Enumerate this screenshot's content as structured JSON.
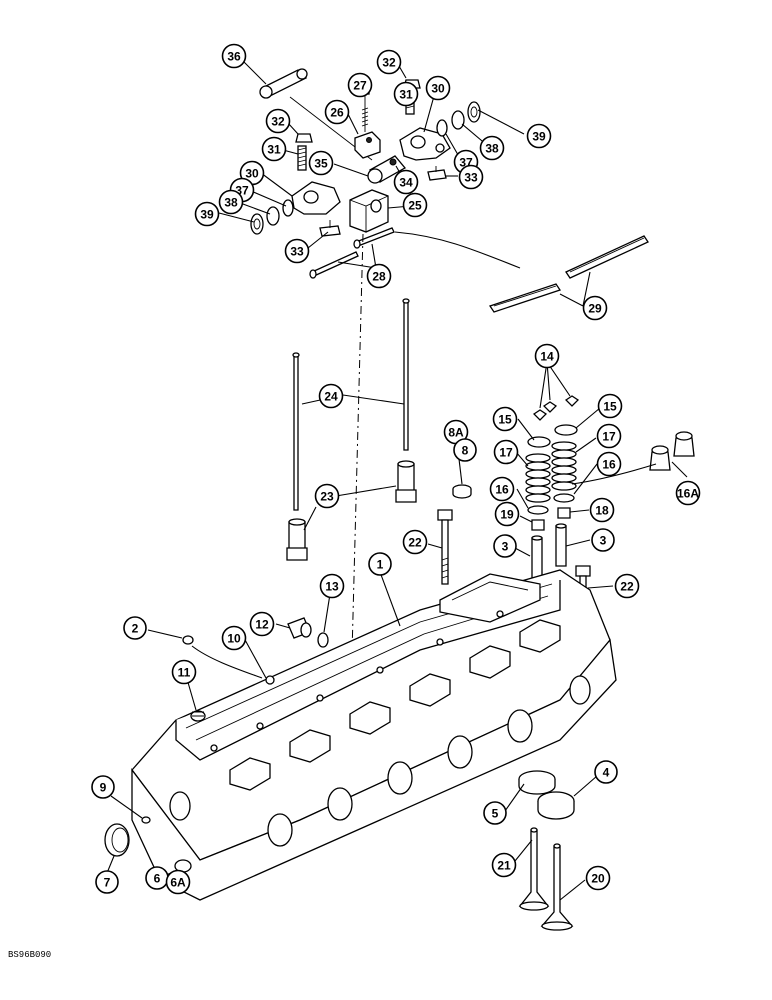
{
  "diagram": {
    "reference_code": "BS96B090",
    "callouts": [
      {
        "id": "36",
        "label": "36"
      },
      {
        "id": "27",
        "label": "27"
      },
      {
        "id": "32a",
        "label": "32"
      },
      {
        "id": "31a",
        "label": "31"
      },
      {
        "id": "30a",
        "label": "30"
      },
      {
        "id": "26",
        "label": "26"
      },
      {
        "id": "39a",
        "label": "39"
      },
      {
        "id": "38a",
        "label": "38"
      },
      {
        "id": "37a",
        "label": "37"
      },
      {
        "id": "32b",
        "label": "32"
      },
      {
        "id": "31b",
        "label": "31"
      },
      {
        "id": "35",
        "label": "35"
      },
      {
        "id": "34",
        "label": "34"
      },
      {
        "id": "33a",
        "label": "33"
      },
      {
        "id": "30b",
        "label": "30"
      },
      {
        "id": "37b",
        "label": "37"
      },
      {
        "id": "38b",
        "label": "38"
      },
      {
        "id": "39b",
        "label": "39"
      },
      {
        "id": "25",
        "label": "25"
      },
      {
        "id": "33b",
        "label": "33"
      },
      {
        "id": "28",
        "label": "28"
      },
      {
        "id": "29",
        "label": "29"
      },
      {
        "id": "14",
        "label": "14"
      },
      {
        "id": "15a",
        "label": "15"
      },
      {
        "id": "15b",
        "label": "15"
      },
      {
        "id": "24",
        "label": "24"
      },
      {
        "id": "8A",
        "label": "8A"
      },
      {
        "id": "8",
        "label": "8"
      },
      {
        "id": "17a",
        "label": "17"
      },
      {
        "id": "17b",
        "label": "17"
      },
      {
        "id": "16a",
        "label": "16"
      },
      {
        "id": "16b",
        "label": "16"
      },
      {
        "id": "16A",
        "label": "16A"
      },
      {
        "id": "23",
        "label": "23"
      },
      {
        "id": "19",
        "label": "19"
      },
      {
        "id": "18",
        "label": "18"
      },
      {
        "id": "22a",
        "label": "22"
      },
      {
        "id": "3a",
        "label": "3"
      },
      {
        "id": "3b",
        "label": "3"
      },
      {
        "id": "1",
        "label": "1"
      },
      {
        "id": "22b",
        "label": "22"
      },
      {
        "id": "13",
        "label": "13"
      },
      {
        "id": "12",
        "label": "12"
      },
      {
        "id": "2",
        "label": "2"
      },
      {
        "id": "10",
        "label": "10"
      },
      {
        "id": "11",
        "label": "11"
      },
      {
        "id": "4",
        "label": "4"
      },
      {
        "id": "5",
        "label": "5"
      },
      {
        "id": "9",
        "label": "9"
      },
      {
        "id": "7",
        "label": "7"
      },
      {
        "id": "21",
        "label": "21"
      },
      {
        "id": "20",
        "label": "20"
      },
      {
        "id": "6",
        "label": "6"
      },
      {
        "id": "6A",
        "label": "6A"
      }
    ]
  }
}
